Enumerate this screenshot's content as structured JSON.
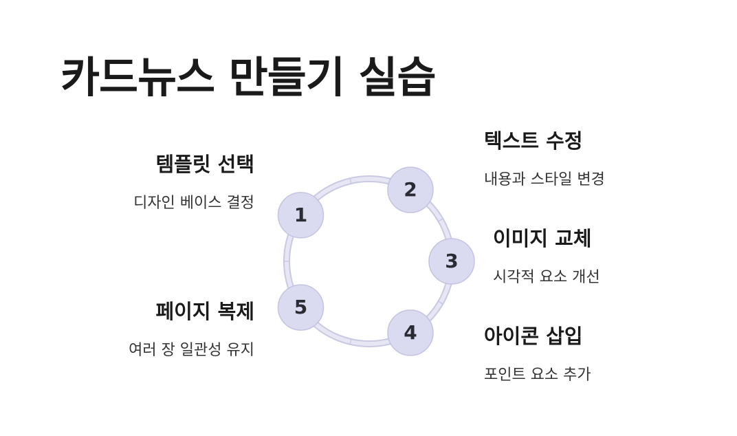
{
  "title": "카드뉴스 만들기 실습",
  "colors": {
    "ring_fill": "#e6e6f4",
    "ring_stroke": "#c9c9e2",
    "node_fill": "#dadaf0",
    "node_stroke": "#c4c4e2",
    "text": "#1a1a1a"
  },
  "steps": [
    {
      "number": "1",
      "title": "템플릿 선택",
      "desc": "디자인 베이스 결정"
    },
    {
      "number": "2",
      "title": "텍스트 수정",
      "desc": "내용과 스타일 변경"
    },
    {
      "number": "3",
      "title": "이미지 교체",
      "desc": "시각적 요소 개선"
    },
    {
      "number": "4",
      "title": "아이콘 삽입",
      "desc": "포인트 요소 추가"
    },
    {
      "number": "5",
      "title": "페이지 복제",
      "desc": "여러 장 일관성 유지"
    }
  ]
}
